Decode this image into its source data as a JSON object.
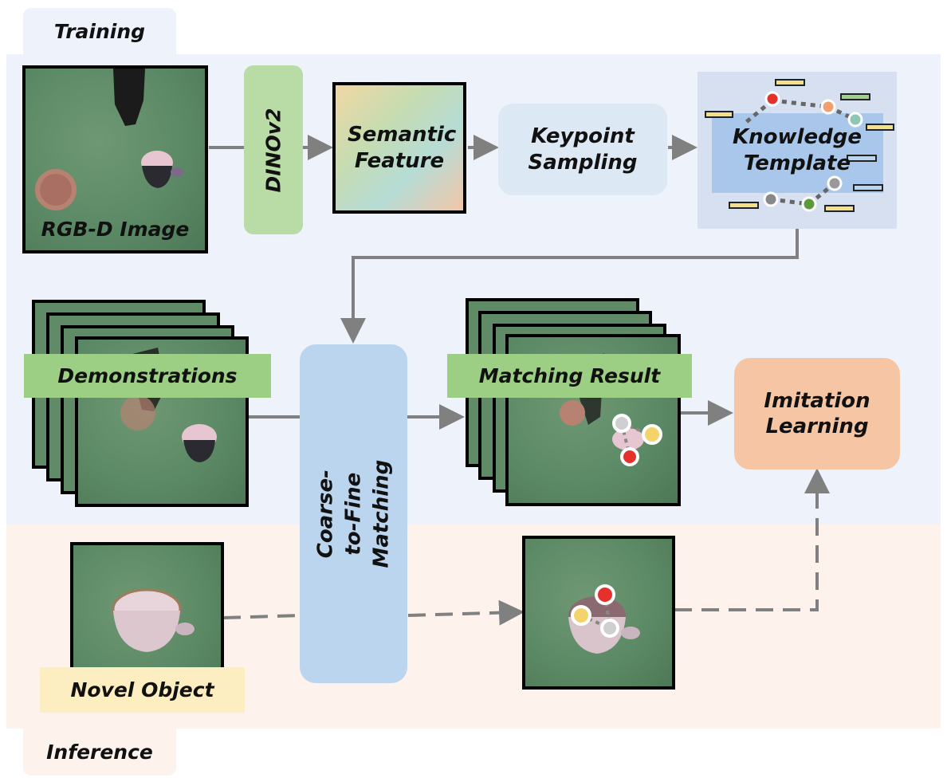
{
  "sections": {
    "training": "Training",
    "inference": "Inference"
  },
  "training_row": {
    "rgbd_label": "RGB-D Image",
    "dinov2": "DINOv2",
    "semantic_feature": "Semantic Feature",
    "keypoint_sampling": "Keypoint Sampling",
    "knowledge_template": "Knowledge Template"
  },
  "middle_row": {
    "demonstrations": "Demonstrations",
    "matching": "Coarse-to-Fine Matching",
    "matching_result": "Matching Result",
    "imitation_learning": "Imitation Learning"
  },
  "inference_row": {
    "novel_object": "Novel Object"
  },
  "colors": {
    "training_bg": "#eef3fb",
    "inference_bg": "#fdf3ec",
    "dinov2_bg": "#b9dba5",
    "keypoint_bg": "#dde8f5",
    "matching_bg": "#bcd5ee",
    "imitation_bg": "#f6c6a4",
    "green_label": "#9ccf84",
    "novel_label": "#fdeec2",
    "arrow": "#808080"
  }
}
